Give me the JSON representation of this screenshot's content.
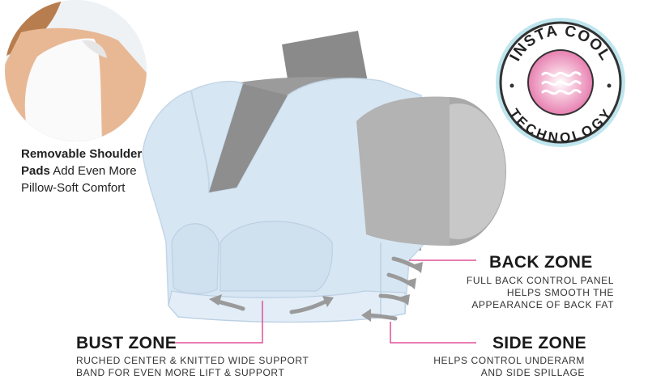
{
  "shoulder_pad": {
    "bold": "Removable Shoulder Pads",
    "rest": "Add Even More Pillow-Soft Comfort"
  },
  "badge": {
    "top_text": "INSTA COOL",
    "bottom_text": "TECHNOLOGY"
  },
  "callouts": {
    "back": {
      "title": "BACK ZONE",
      "lines": [
        "FULL BACK CONTROL PANEL",
        "HELPS SMOOTH THE",
        "APPEARANCE OF BACK FAT"
      ]
    },
    "side": {
      "title": "SIDE ZONE",
      "lines": [
        "HELPS CONTROL UNDERARM",
        "AND SIDE SPILLAGE"
      ]
    },
    "bust": {
      "title": "BUST ZONE",
      "lines": [
        "RUCHED CENTER & KNITTED WIDE SUPPORT",
        "BAND FOR EVEN MORE LIFT & SUPPORT"
      ]
    }
  },
  "colors": {
    "accent_pink": "#e0519a",
    "garment_blue": "#d7e6f3",
    "form_gray": "#8e8e8e",
    "badge_ring": "#bfe6ee"
  }
}
